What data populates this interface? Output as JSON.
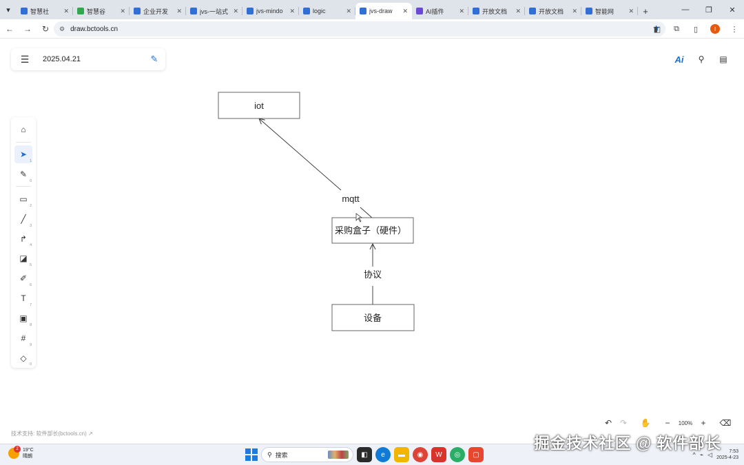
{
  "browser": {
    "tabs": [
      {
        "label": "智慧社",
        "color": "#2f6fd6"
      },
      {
        "label": "智慧谷",
        "color": "#2fa84f"
      },
      {
        "label": "企业开发",
        "color": "#2f6fd6"
      },
      {
        "label": "jvs-一站式",
        "color": "#2f6fd6"
      },
      {
        "label": "jvs-mindo",
        "color": "#2f6fd6"
      },
      {
        "label": "logic",
        "color": "#2f6fd6"
      },
      {
        "label": "jvs-draw",
        "color": "#2f6fd6",
        "active": true
      },
      {
        "label": "AI插件",
        "color": "#6b48d6"
      },
      {
        "label": "开放文档",
        "color": "#2f6fd6"
      },
      {
        "label": "开放文档",
        "color": "#2f6fd6"
      },
      {
        "label": "智能网",
        "color": "#2f6fd6"
      }
    ],
    "url": "draw.bctools.cn",
    "avatar_letter": "I"
  },
  "app": {
    "doc_name": "2025.04.21",
    "ai_label": "Ai",
    "tools": [
      {
        "name": "lock-tool",
        "icon": "⌂",
        "shortcut": ""
      },
      {
        "name": "select-tool",
        "icon": "➤",
        "shortcut": "1",
        "selected": true
      },
      {
        "name": "laser-tool",
        "icon": "✎",
        "shortcut": "0"
      },
      {
        "name": "rectangle-tool",
        "icon": "▭",
        "shortcut": "2"
      },
      {
        "name": "line-tool",
        "icon": "╱",
        "shortcut": "3"
      },
      {
        "name": "arrow-tool",
        "icon": "↱",
        "shortcut": "4"
      },
      {
        "name": "sticky-note-tool",
        "icon": "◪",
        "shortcut": "5"
      },
      {
        "name": "pen-tool",
        "icon": "✐",
        "shortcut": "6"
      },
      {
        "name": "text-tool",
        "icon": "T",
        "shortcut": "7"
      },
      {
        "name": "image-tool",
        "icon": "▣",
        "shortcut": "8"
      },
      {
        "name": "frame-tool",
        "icon": "#",
        "shortcut": "9"
      },
      {
        "name": "eraser-tool",
        "icon": "◇",
        "shortcut": "0"
      }
    ],
    "diagram": {
      "nodes": [
        {
          "id": "iot",
          "label": "iot"
        },
        {
          "id": "box",
          "label": "采购盒子（硬件）"
        },
        {
          "id": "device",
          "label": "设备"
        }
      ],
      "edges": [
        {
          "from": "box",
          "to": "iot",
          "label": "mqtt"
        },
        {
          "from": "device",
          "to": "box",
          "label": "协议"
        }
      ]
    },
    "credit": "技术支持: 软件部长(bctools.cn) ↗",
    "zoom": "100%"
  },
  "taskbar": {
    "weather_temp": "19°C",
    "weather_desc": "晴朗",
    "weather_badge": "2",
    "search_placeholder": "搜索",
    "time": "7:53",
    "date": "2025-4-23"
  },
  "watermark": "掘金技术社区 @ 软件部长"
}
